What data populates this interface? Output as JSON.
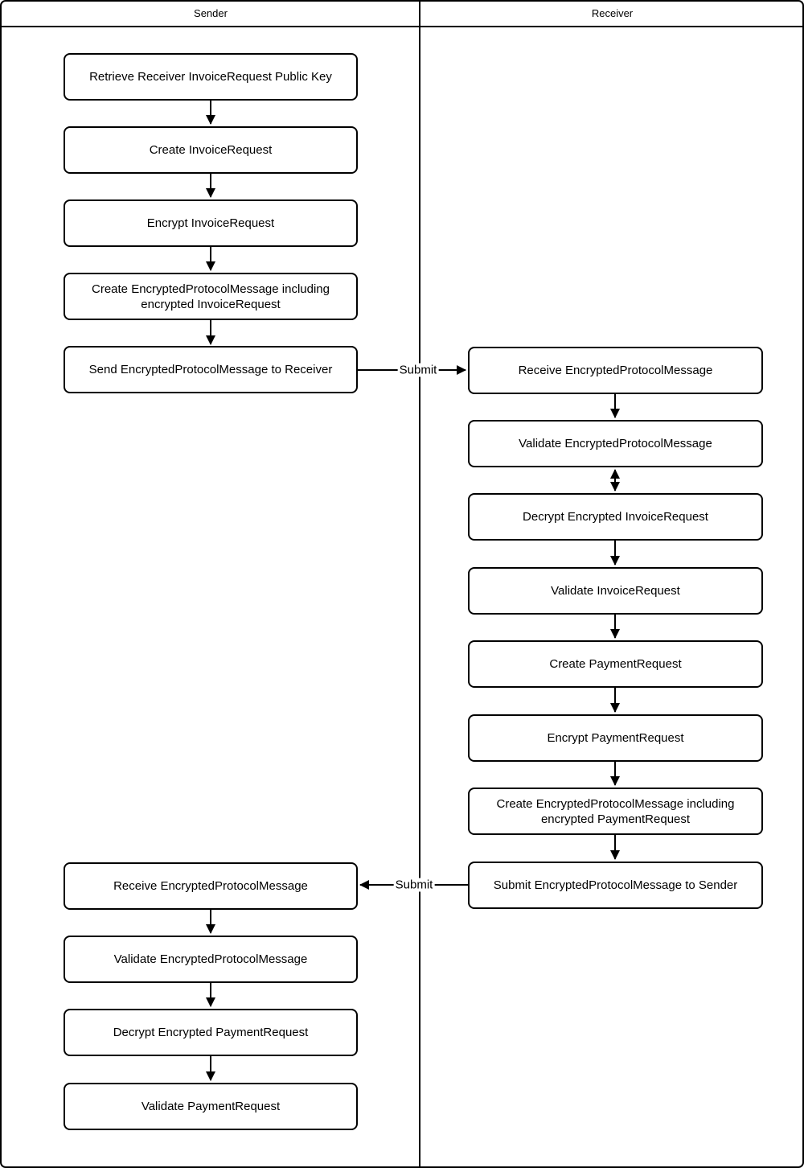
{
  "lanes": [
    {
      "title": "Sender"
    },
    {
      "title": "Receiver"
    }
  ],
  "sender_steps": [
    "Retrieve Receiver InvoiceRequest Public Key",
    "Create InvoiceRequest",
    "Encrypt InvoiceRequest",
    "Create EncryptedProtocolMessage including encrypted InvoiceRequest",
    "Send EncryptedProtocolMessage to Receiver",
    "Receive EncryptedProtocolMessage",
    "Validate EncryptedProtocolMessage",
    "Decrypt Encrypted PaymentRequest",
    "Validate PaymentRequest"
  ],
  "receiver_steps": [
    "Receive EncryptedProtocolMessage",
    "Validate EncryptedProtocolMessage",
    "Decrypt Encrypted InvoiceRequest",
    "Validate InvoiceRequest",
    "Create PaymentRequest",
    "Encrypt PaymentRequest",
    "Create EncryptedProtocolMessage including encrypted PaymentRequest",
    "Submit EncryptedProtocolMessage to Sender"
  ],
  "connectors": [
    {
      "label": "Submit"
    },
    {
      "label": "Submit"
    }
  ],
  "colors": {
    "line": "#000000",
    "node_fill": "#ffffff",
    "background": "#ffffff"
  }
}
